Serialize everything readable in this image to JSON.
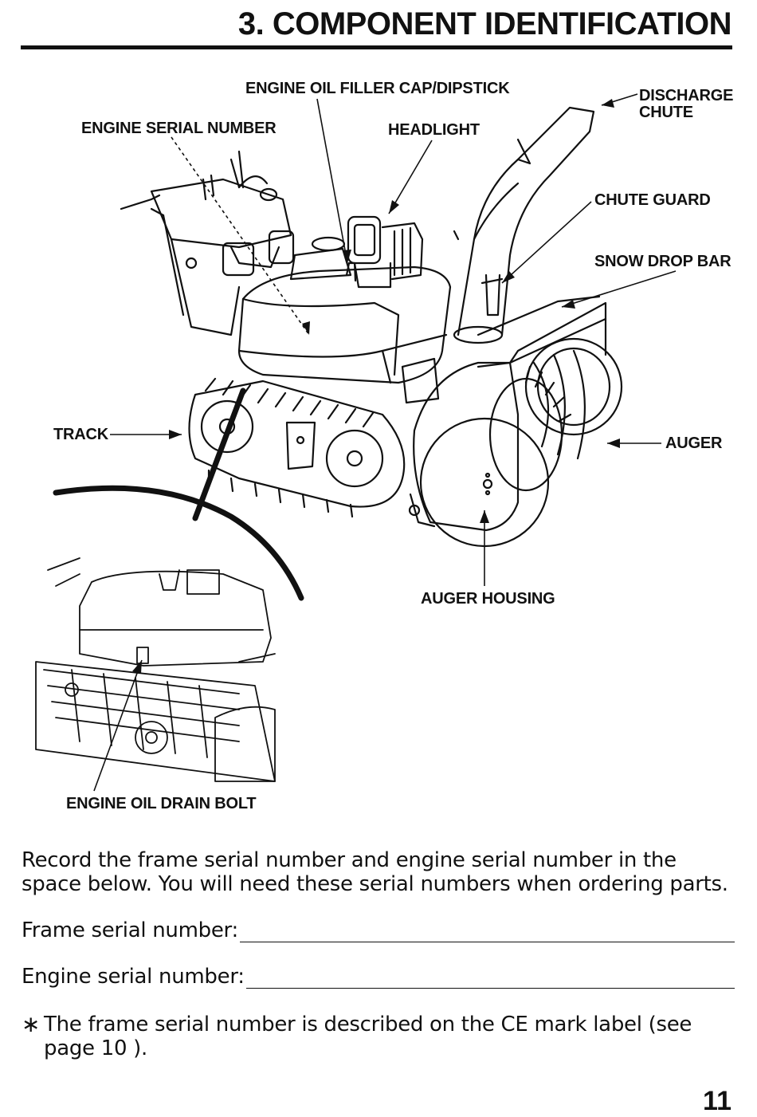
{
  "header": {
    "title": "3.  COMPONENT IDENTIFICATION"
  },
  "diagram": {
    "labels": {
      "engine_oil_filler": "ENGINE OIL FILLER CAP/DIPSTICK",
      "engine_serial_number": "ENGINE SERIAL NUMBER",
      "headlight": "HEADLIGHT",
      "discharge_chute": "DISCHARGE CHUTE",
      "chute_guard": "CHUTE GUARD",
      "snow_drop_bar": "SNOW DROP BAR",
      "track": "TRACK",
      "auger": "AUGER",
      "auger_housing": "AUGER HOUSING",
      "engine_oil_drain_bolt": "ENGINE OIL DRAIN BOLT"
    }
  },
  "body": {
    "intro": "Record the frame serial number and engine serial number in the space below. You will need these serial numbers when ordering parts.",
    "frame_serial_label": "Frame serial number:",
    "engine_serial_label": "Engine serial number:",
    "footnote_mark": "∗",
    "footnote": "The frame serial number is described on the CE mark label (see page 10 )."
  },
  "page_number": "11"
}
